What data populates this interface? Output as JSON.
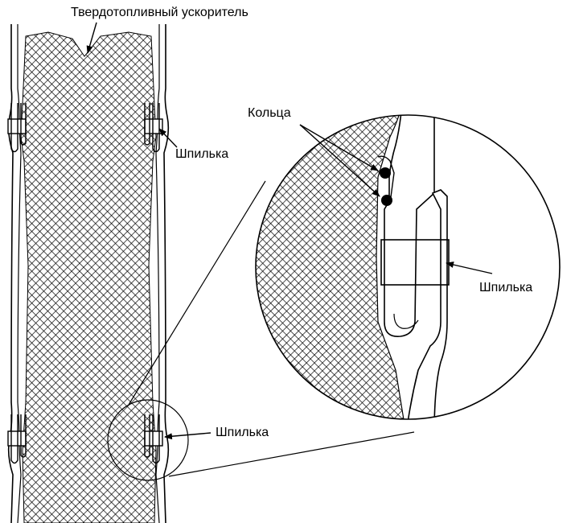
{
  "labels": {
    "booster": "Твердотопливный ускоритель",
    "rings": "Кольца",
    "pin_top": "Шпилька",
    "pin_detail": "Шпилька",
    "pin_bottom": "Шпилька"
  },
  "colors": {
    "ink": "#000000",
    "background": "#ffffff"
  }
}
